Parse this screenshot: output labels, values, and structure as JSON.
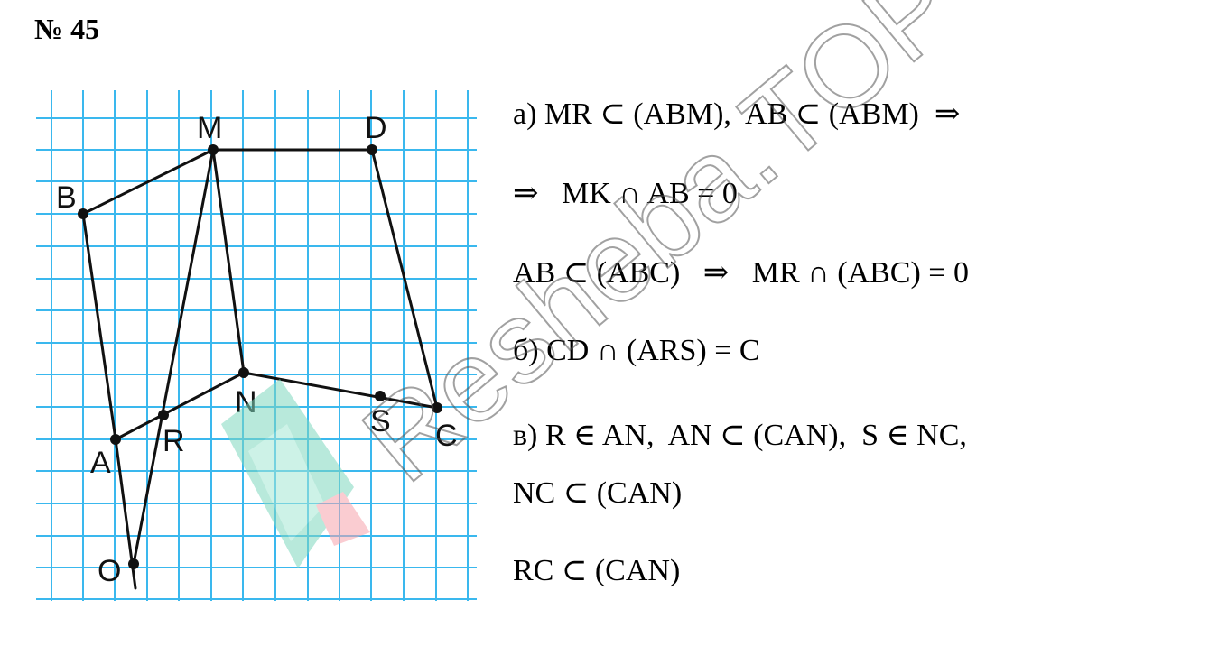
{
  "title": "№ 45",
  "figure": {
    "points": {
      "M": "M",
      "D": "D",
      "B": "B",
      "N": "N",
      "A": "A",
      "R": "R",
      "S": "S",
      "C": "C",
      "O": "O"
    }
  },
  "solution": {
    "lines": [
      "а) MR ⊂ (ABM),  AB ⊂ (ABM)  ⇒",
      "⇒   MK ∩ AB = 0",
      "AB ⊂ (ABC)   ⇒   MR ∩ (ABC) = 0",
      "б) CD ∩ (ARS) = C",
      "в) R ∈ AN,  AN ⊂ (CAN),  S ∈ NC,",
      "NC ⊂ (CAN)",
      "RC ⊂ (CAN)"
    ]
  },
  "watermark": {
    "text": "Resheba.TOP",
    "colors": {
      "green": "#7fd8bf",
      "pink": "#f6a3ad",
      "grid": "#3ab8ee"
    }
  }
}
